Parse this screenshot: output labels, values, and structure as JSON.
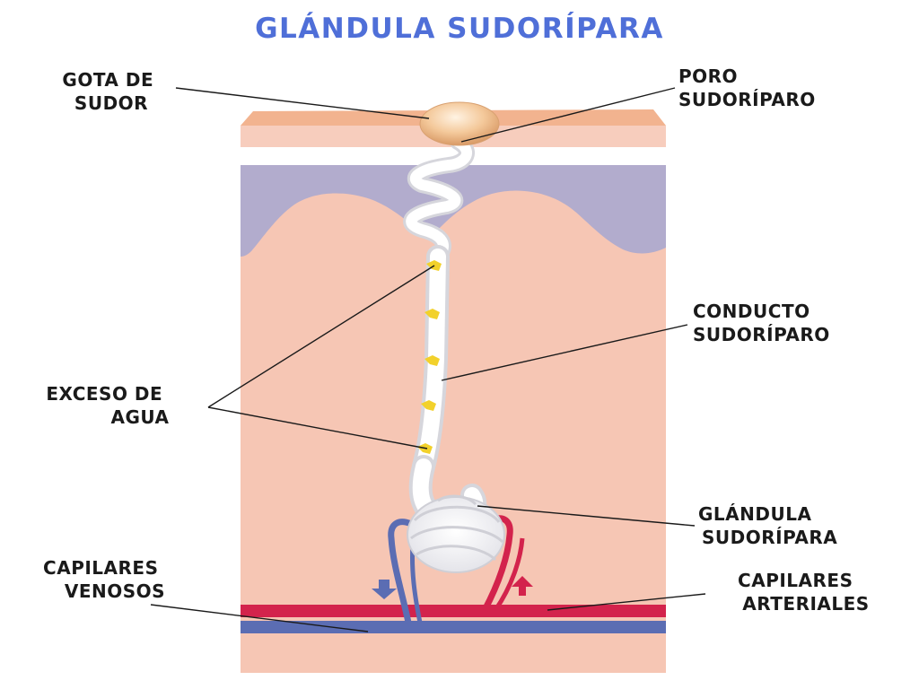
{
  "title": "GLÁNDULA SUDORÍPARA",
  "labels": {
    "gota_de_sudor": [
      "GOTA DE",
      "SUDOR"
    ],
    "poro_sudoriparo": [
      "PORO",
      "SUDORÍPARO"
    ],
    "conducto_sudoriparo": [
      "CONDUCTO",
      "SUDORÍPARO"
    ],
    "exceso_de_agua": [
      "EXCESO DE",
      "AGUA"
    ],
    "glandula_sudoripara": [
      "GLÁNDULA",
      "SUDORÍPARA"
    ],
    "capilares_venosos": [
      "CAPILARES",
      "VENOSOS"
    ],
    "capilares_arteriales": [
      "CAPILARES",
      "ARTERIALES"
    ]
  },
  "colors": {
    "title": "#4f6fd8",
    "skin": "#f5c4b0",
    "skin_top": "#f2b38f",
    "epidermis_band": "#fde8e0",
    "purple_layer": "#b1aacb",
    "white_band": "#ffffff",
    "vein": "#5b6db3",
    "artery": "#d3234c",
    "sweat_drop": "#f1c090",
    "water_drop": "#f2d12b"
  }
}
